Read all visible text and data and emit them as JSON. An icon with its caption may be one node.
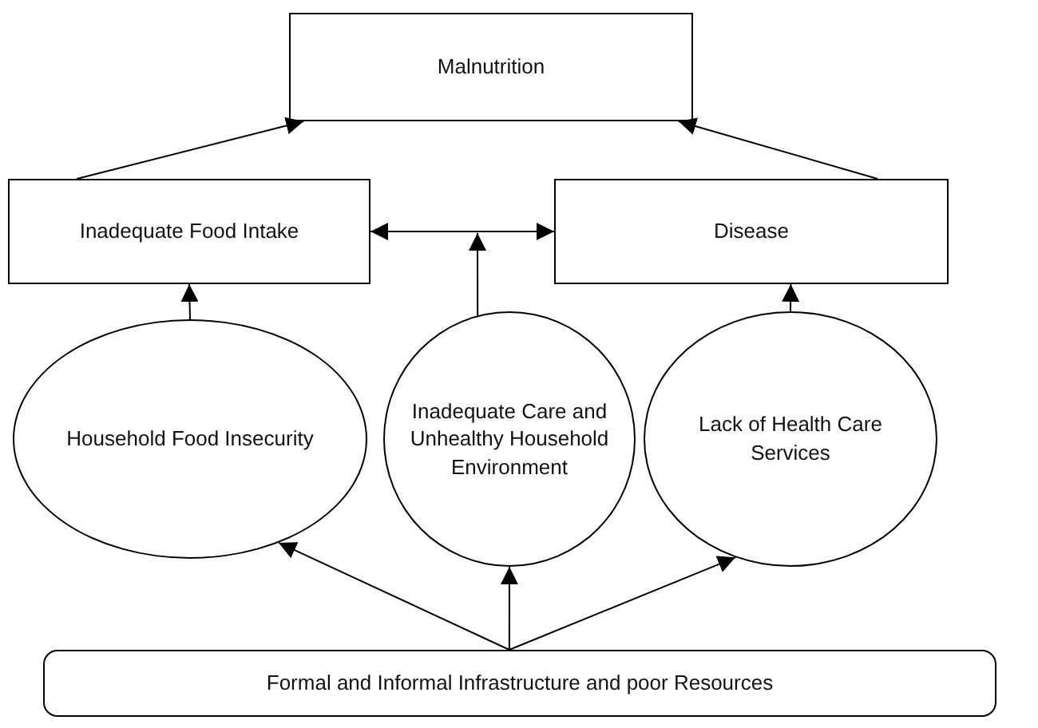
{
  "diagram": {
    "nodes": [
      {
        "text": [
          "Malnutrition"
        ]
      },
      {
        "text": [
          "Inadequate Food Intake"
        ]
      },
      {
        "text": [
          "Disease"
        ]
      },
      {
        "text": [
          "Household Food Insecurity"
        ]
      },
      {
        "text": [
          "Inadequate Care and Unhealthy Household Environment"
        ]
      },
      {
        "text": [
          "Lack of Health Care Services"
        ]
      },
      {
        "text": [
          "Formal and Informal Infrastructure and poor Resources"
        ]
      }
    ],
    "edges": [
      {
        "from": 1,
        "to": 0,
        "arrow": "to"
      },
      {
        "from": 2,
        "to": 0,
        "arrow": "to"
      },
      {
        "from": 1,
        "to": 2,
        "arrow": "both"
      },
      {
        "from": 4,
        "to": null,
        "arrow": "to"
      },
      {
        "from": 3,
        "to": 1,
        "arrow": "to"
      },
      {
        "from": 5,
        "to": 2,
        "arrow": "to"
      },
      {
        "from": 6,
        "to": 3,
        "arrow": "to"
      },
      {
        "from": 6,
        "to": 4,
        "arrow": "to"
      },
      {
        "from": 6,
        "to": 5,
        "arrow": "to"
      }
    ]
  }
}
